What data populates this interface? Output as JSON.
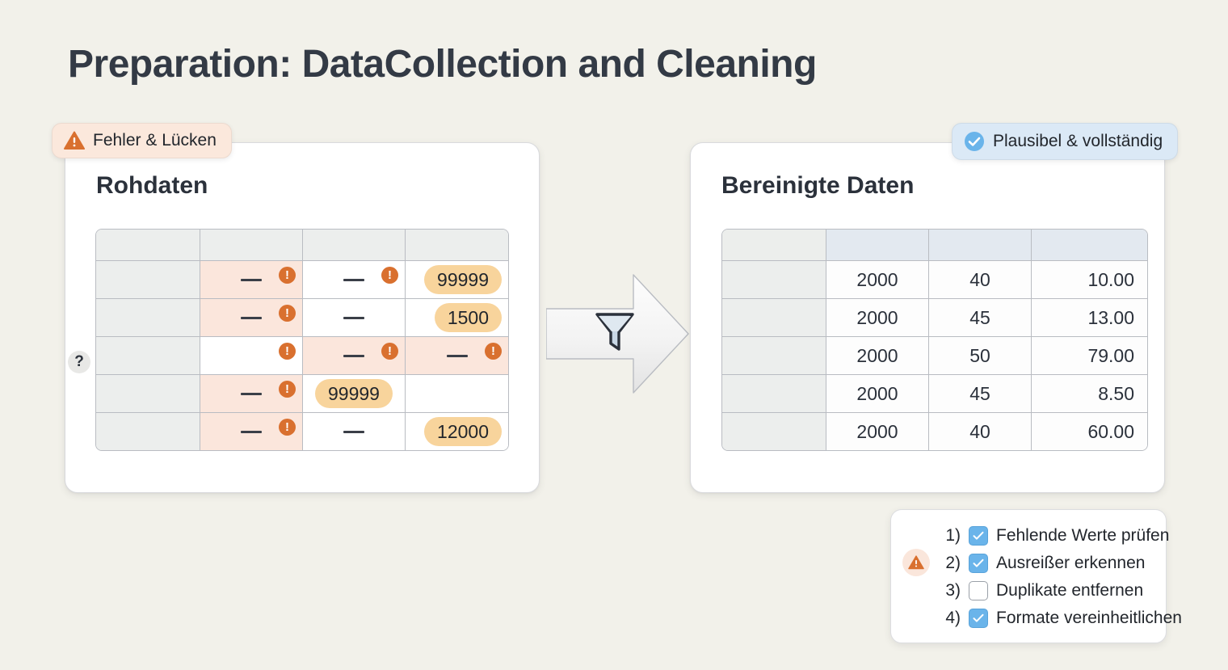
{
  "title": "Preparation: DataCollection and Cleaning",
  "badges": {
    "warning": {
      "label": "Fehler & Lücken",
      "icon": "warning-triangle-icon",
      "bg": "#fbe8dc",
      "accent": "#d9702f"
    },
    "ok": {
      "label": "Plausibel & vollständig",
      "icon": "check-circle-icon",
      "bg": "#dbe9f6",
      "accent": "#6ab4ea"
    }
  },
  "raw_card": {
    "title": "Rohdaten",
    "marker": "?",
    "table": {
      "header": [
        "",
        "",
        "",
        ""
      ],
      "rows": [
        {
          "cells": [
            {
              "type": "label",
              "text": ""
            },
            {
              "type": "missing",
              "text": "—",
              "flag": true,
              "bad": true
            },
            {
              "type": "missing",
              "text": "—",
              "flag": true,
              "bad": false
            },
            {
              "type": "pill",
              "text": "99999",
              "align": "right"
            }
          ]
        },
        {
          "cells": [
            {
              "type": "label",
              "text": ""
            },
            {
              "type": "missing",
              "text": "—",
              "flag": true,
              "bad": true
            },
            {
              "type": "missing",
              "text": "—",
              "flag": false,
              "bad": false
            },
            {
              "type": "pill",
              "text": "1500",
              "align": "right"
            }
          ]
        },
        {
          "cells": [
            {
              "type": "label",
              "text": ""
            },
            {
              "type": "empty",
              "text": "",
              "flag": true,
              "bad": false
            },
            {
              "type": "missing",
              "text": "—",
              "flag": true,
              "bad": true
            },
            {
              "type": "missing",
              "text": "—",
              "flag": true,
              "bad": true
            }
          ]
        },
        {
          "cells": [
            {
              "type": "label",
              "text": ""
            },
            {
              "type": "missing",
              "text": "—",
              "flag": true,
              "bad": true
            },
            {
              "type": "pill",
              "text": "99999",
              "align": "center"
            },
            {
              "type": "empty",
              "text": "",
              "flag": false,
              "bad": false
            }
          ]
        },
        {
          "cells": [
            {
              "type": "label",
              "text": ""
            },
            {
              "type": "missing",
              "text": "—",
              "flag": true,
              "bad": true
            },
            {
              "type": "missing",
              "text": "—",
              "flag": false,
              "bad": false
            },
            {
              "type": "pill",
              "text": "12000",
              "align": "right"
            }
          ]
        }
      ]
    }
  },
  "clean_card": {
    "title": "Bereinigte Daten",
    "table": {
      "header": [
        "",
        "",
        "",
        ""
      ],
      "rows": [
        [
          "",
          "2000",
          "40",
          "10.00"
        ],
        [
          "",
          "2000",
          "45",
          "13.00"
        ],
        [
          "",
          "2000",
          "50",
          "79.00"
        ],
        [
          "",
          "2000",
          "45",
          "8.50"
        ],
        [
          "",
          "2000",
          "40",
          "60.00"
        ]
      ]
    }
  },
  "arrow": {
    "icon": "filter-funnel-icon"
  },
  "checklist": {
    "items": [
      {
        "num": "1)",
        "label": "Fehlende Werte prüfen",
        "checked": true,
        "warn": false
      },
      {
        "num": "2)",
        "label": "Ausreißer erkennen",
        "checked": true,
        "warn": true
      },
      {
        "num": "3)",
        "label": "Duplikate entfernen",
        "checked": false,
        "warn": false
      },
      {
        "num": "4)",
        "label": "Formate vereinheitlichen",
        "checked": true,
        "warn": false
      }
    ]
  },
  "colors": {
    "background": "#f2f1ea",
    "title": "#333a45",
    "flag": "#d9702f",
    "pill": "#f8d49c",
    "bad_cell": "#fbe6dc",
    "checkbox_on": "#6ab4ea",
    "clean_header": "#e3e9f0"
  }
}
